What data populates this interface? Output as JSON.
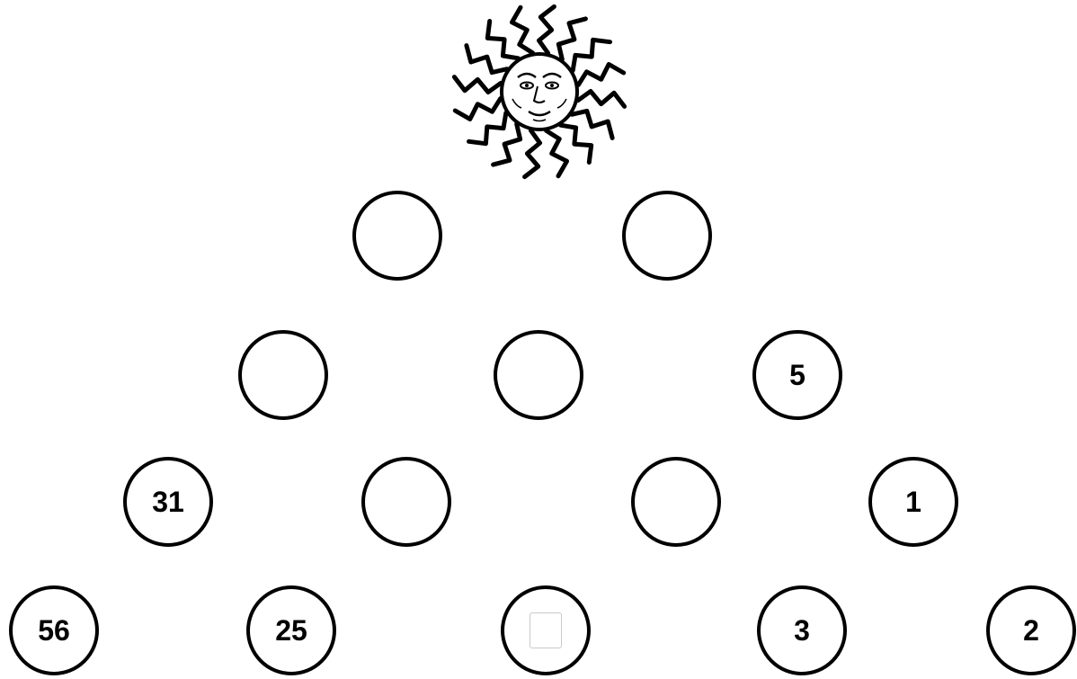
{
  "illustration": {
    "icon": "sun-face-icon"
  },
  "colors": {
    "stroke": "#000000",
    "background": "#ffffff",
    "input_border": "#c9c9c9"
  },
  "pyramid": {
    "row1": [
      "",
      ""
    ],
    "row2": [
      "",
      "",
      "5"
    ],
    "row3": [
      "31",
      "",
      "",
      "1"
    ],
    "row4": [
      "56",
      "25",
      "",
      "3",
      "2"
    ]
  }
}
